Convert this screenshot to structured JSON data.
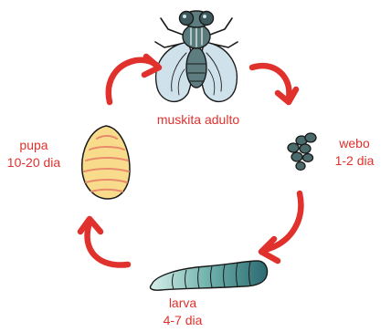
{
  "stages": {
    "adult": {
      "name": "muskita adulto"
    },
    "egg": {
      "name": "webo",
      "duration": "1-2 dia"
    },
    "larva": {
      "name": "larva",
      "duration": "4-7 dia"
    },
    "pupa": {
      "name": "pupa",
      "duration": "10-20 dia"
    }
  },
  "colors": {
    "arrow": "#e0312d",
    "label": "#e0312d",
    "outline": "#1a1a1a",
    "fly_body": "#5e7d80",
    "fly_wing": "#cfe2ec",
    "egg": "#4a6a6c",
    "larva_light": "#cfe9e3",
    "larva_dark": "#2f6e73",
    "pupa": "#f8dc8c",
    "pupa_stripe": "#e98a6c"
  },
  "icons": {
    "adult": "fly-icon",
    "egg": "eggs-icon",
    "larva": "larva-icon",
    "pupa": "pupa-icon",
    "arrow": "cycle-arrow-icon"
  }
}
